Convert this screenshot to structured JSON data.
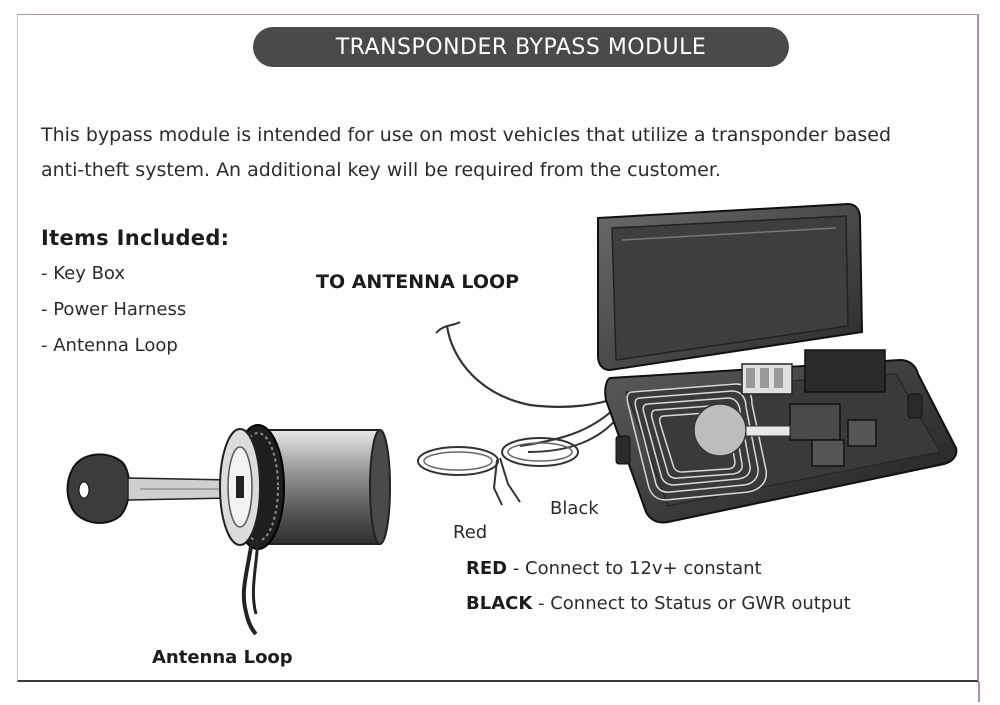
{
  "title": "TRANSPONDER BYPASS MODULE",
  "intro": {
    "line1": "This bypass module is intended for use on most vehicles that utilize a transponder based",
    "line2": "anti-theft system. An additional key will be required from the customer."
  },
  "items": {
    "heading": "Items Included:",
    "list": [
      "- Key Box",
      "- Power Harness",
      "- Antenna Loop"
    ]
  },
  "diagram": {
    "to_antenna_label": "TO ANTENNA LOOP",
    "red_label": "Red",
    "black_label": "Black",
    "antenna_caption": "Antenna Loop"
  },
  "wiring_notes": [
    {
      "color": "RED",
      "text": " - Connect to 12v+ constant"
    },
    {
      "color": "BLACK",
      "text": " - Connect to Status or GWR output"
    }
  ]
}
